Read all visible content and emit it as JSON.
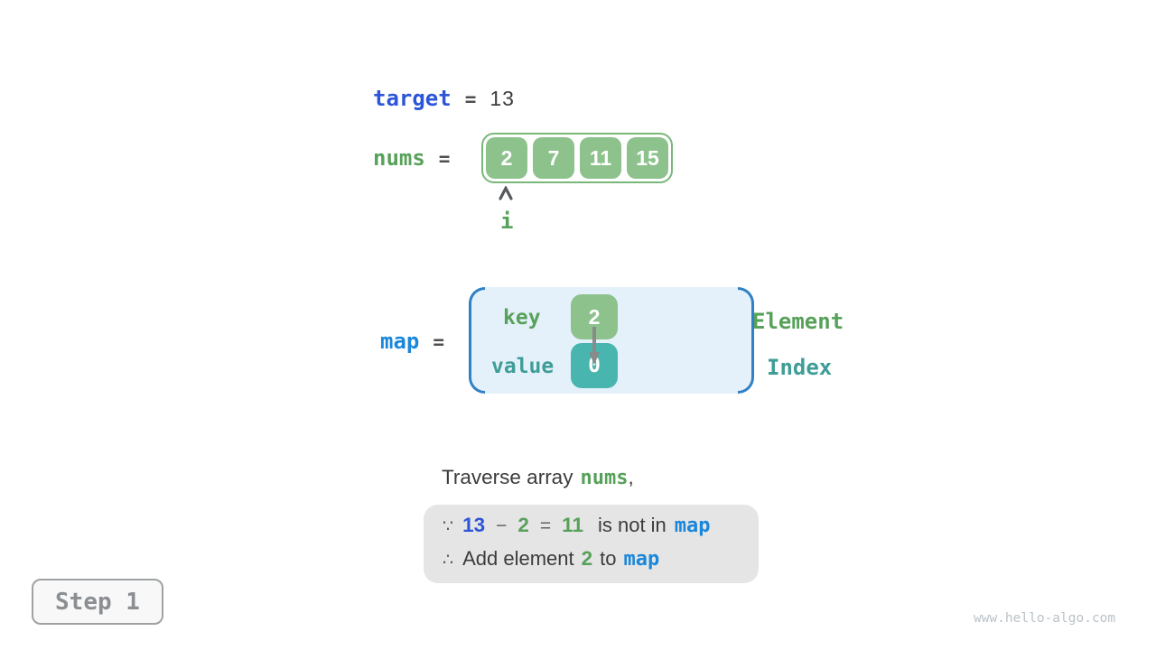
{
  "target": {
    "name": "target",
    "eq": "=",
    "value": "13"
  },
  "nums": {
    "name": "nums",
    "eq": "=",
    "values": [
      "2",
      "7",
      "11",
      "15"
    ],
    "pointer_label": "i"
  },
  "map": {
    "name": "map",
    "eq": "=",
    "key_label": "key",
    "key_value": "2",
    "value_label": "value",
    "value_value": "0"
  },
  "legend": {
    "element_label": "Element",
    "index_label": "Index"
  },
  "caption": {
    "text_before": "Traverse array",
    "nums_ref": "nums",
    "text_after": ","
  },
  "note": {
    "because_symbol": "∵",
    "target_value": "13",
    "minus": "−",
    "element_value": "2",
    "equals": "=",
    "difference": "11",
    "not_in_text": "is not in",
    "map_ref1": "map",
    "therefore_symbol": "∴",
    "add_text": "Add element",
    "added_value": "2",
    "to_text": "to",
    "map_ref2": "map"
  },
  "step": {
    "label": "Step 1"
  },
  "watermark": "www.hello-algo.com",
  "colors": {
    "code_blue": "#2c55d8",
    "map_blue": "#1b87da",
    "green_text": "#58a15a",
    "teal_text": "#3f9d97",
    "green_fill": "#8dc28d",
    "green_border": "#7ab77a",
    "teal_fill": "#49b5af",
    "map_fill": "#e4f1fa",
    "map_bracket_blue": "#3080c5",
    "note_background": "#e5e5e6",
    "dark_text": "#3c3c3c",
    "muted_gray": "#5f6368",
    "arrow_gray": "#8a8a8a"
  }
}
